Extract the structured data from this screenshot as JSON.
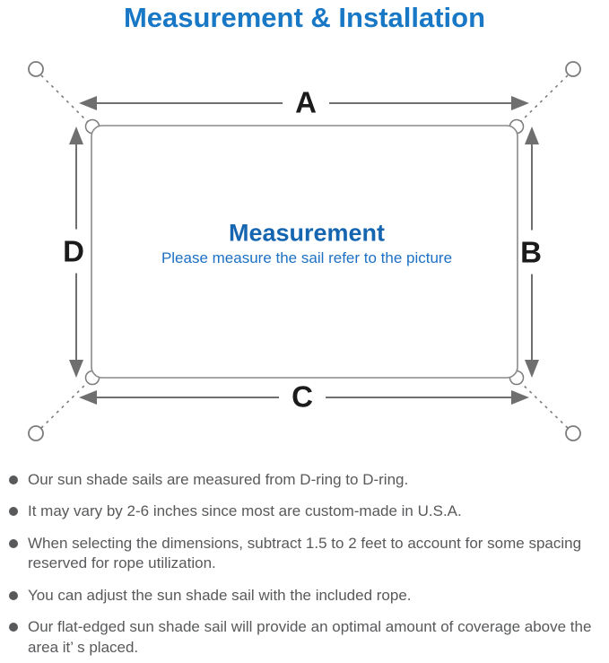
{
  "title": "Measurement & Installation",
  "diagram": {
    "label_a": "A",
    "label_b": "B",
    "label_c": "C",
    "label_d": "D",
    "heading": "Measurement",
    "subheading": "Please measure the sail refer to the picture",
    "colors": {
      "line_gray": "#7b7b7b",
      "arrow_gray": "#6f6f6f",
      "label_black": "#1b1b1b",
      "heading_blue": "#1565b0",
      "subheading_blue": "#1d70c4"
    }
  },
  "notes": {
    "bullet_color": "#58595b",
    "items": [
      "Our sun shade sails are measured from D-ring to D-ring.",
      "It may vary by 2-6 inches since most are custom-made in U.S.A.",
      "When selecting the dimensions, subtract 1.5 to 2 feet to account for some spacing reserved for rope utilization.",
      "You can adjust the sun shade sail with the included rope.",
      "Our flat-edged sun shade sail will provide an optimal amount of coverage above the area it’ s placed."
    ]
  },
  "colors": {
    "title_blue": "#1878c6",
    "background": "#ffffff"
  }
}
